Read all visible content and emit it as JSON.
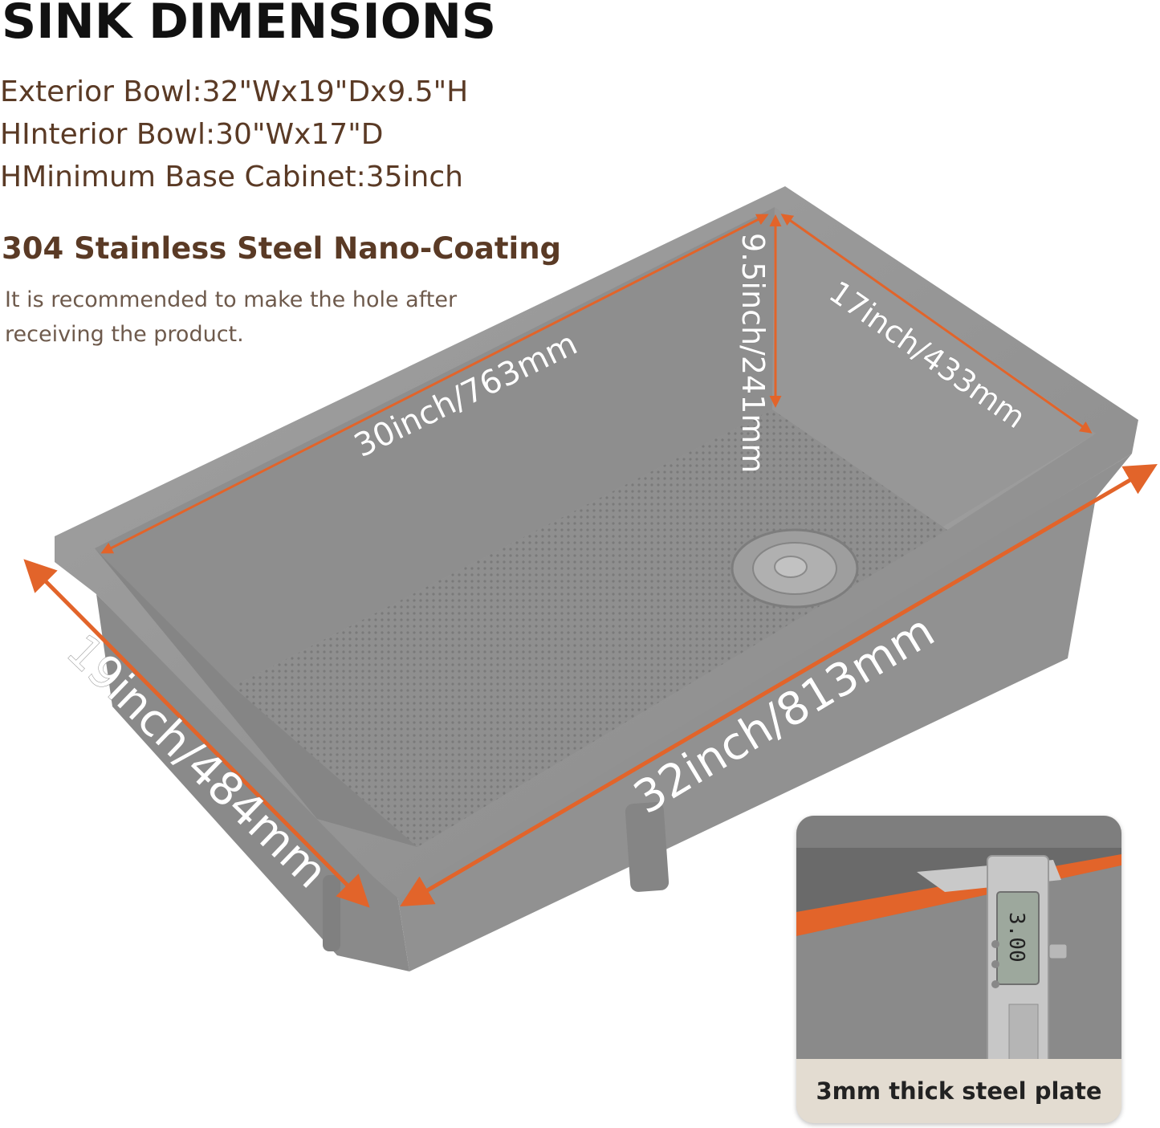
{
  "heading": "SINK DIMENSIONS",
  "specs": {
    "exterior": "Exterior Bowl:32\"Wx19\"Dx9.5\"H",
    "interior": "HInterior Bowl:30\"Wx17\"D",
    "cabinet": "HMinimum Base Cabinet:35inch"
  },
  "material": "304 Stainless Steel Nano-Coating",
  "note": "It is recommended to make the hole after receiving the product.",
  "dimensions": {
    "interior_width": "30inch/763mm",
    "depth": "9.5inch/241mm",
    "interior_depth": "17inch/433mm",
    "exterior_width": "32inch/813mm",
    "exterior_depth": "19inch/484mm"
  },
  "inset": {
    "caption": "3mm thick steel plate",
    "caliper_reading": "3.00"
  },
  "colors": {
    "accent_orange": "#e2642a",
    "heading_text": "#111111",
    "spec_text": "#5a3a25",
    "steel": "#8c8c8c"
  }
}
